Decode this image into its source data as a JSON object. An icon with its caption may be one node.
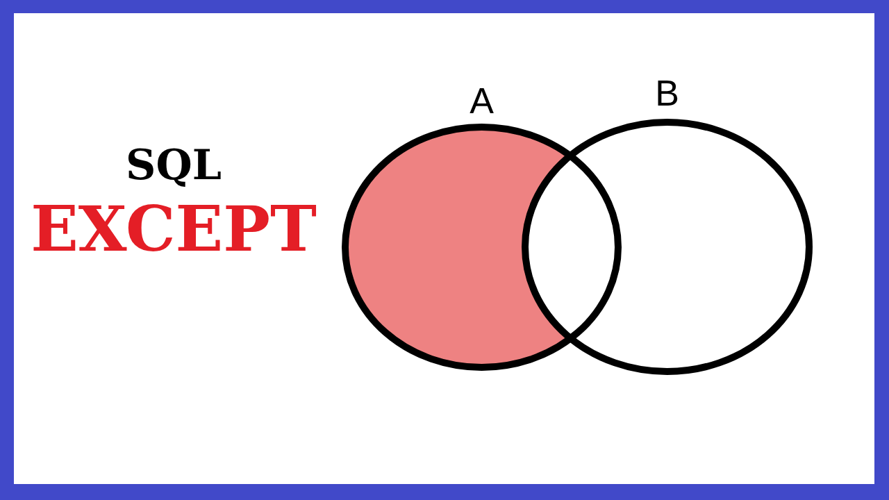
{
  "diagram": {
    "title": "SQL",
    "nodes": [
      {
        "text": [
          "A"
        ]
      },
      {
        "text": [
          "B"
        ]
      }
    ],
    "labels": [
      "EXCEPT"
    ]
  }
}
